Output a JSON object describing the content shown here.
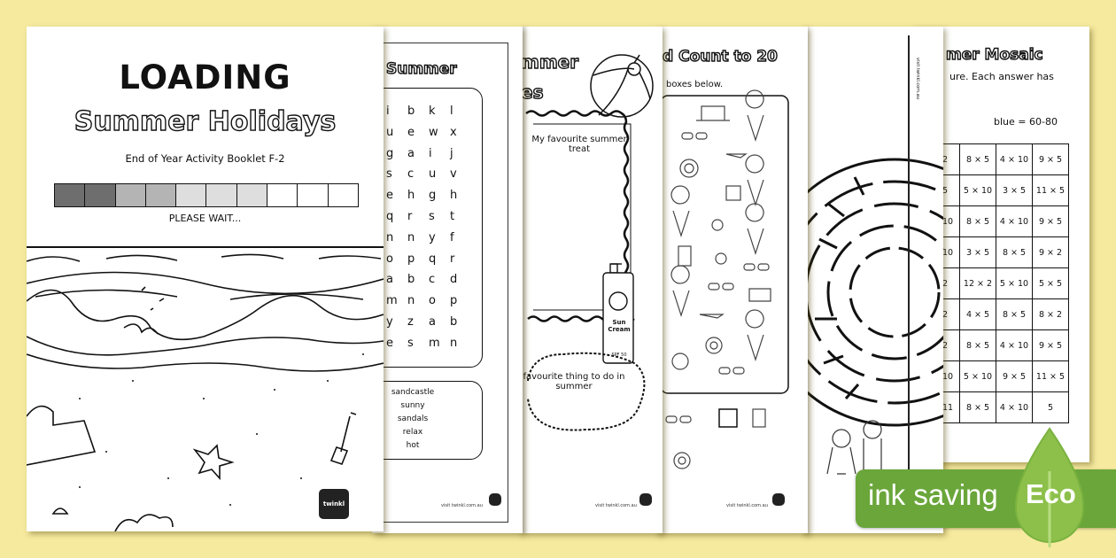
{
  "cover": {
    "heading": "LOADING",
    "title": "Summer Holidays",
    "subtitle": "End of Year Activity Booklet F-2",
    "progress_filled_segments": 7,
    "progress_total_segments": 10,
    "segment_colors": [
      "#6e6e6e",
      "#6e6e6e",
      "#b4b4b4",
      "#b4b4b4",
      "#dedede",
      "#dedede",
      "#dedede",
      "#ffffff",
      "#ffffff",
      "#ffffff"
    ],
    "status": "PLEASE WAIT...",
    "logo": "twinkl"
  },
  "wordsearch": {
    "title": "Summer",
    "grid": [
      [
        "i",
        "b",
        "k",
        "l"
      ],
      [
        "u",
        "e",
        "w",
        "x"
      ],
      [
        "g",
        "a",
        "i",
        "j"
      ],
      [
        "s",
        "c",
        "u",
        "v"
      ],
      [
        "e",
        "h",
        "g",
        "h"
      ],
      [
        "q",
        "r",
        "s",
        "t"
      ],
      [
        "n",
        "n",
        "y",
        "f"
      ],
      [
        "o",
        "p",
        "q",
        "r"
      ],
      [
        "a",
        "b",
        "c",
        "d"
      ],
      [
        "m",
        "n",
        "o",
        "p"
      ],
      [
        "y",
        "z",
        "a",
        "b"
      ],
      [
        "e",
        "s",
        "m",
        "n"
      ]
    ],
    "words": [
      "sandcastle",
      "sunny",
      "sandals",
      "relax",
      "hot"
    ],
    "footer": "visit twinkl.com.au"
  },
  "favourites": {
    "title_line1": "mmer",
    "title_line2": "es",
    "box1": "My favourite summer treat",
    "box2": "favourite thing to do in summer",
    "sunscreen_label": "Sun Cream",
    "spf": "SPF 50",
    "footer": "visit twinkl.com.au"
  },
  "count": {
    "title": "d Count to 20",
    "instruction": "boxes below.",
    "footer": "visit twinkl.com.au"
  },
  "maze": {
    "side_text": "visit twinkl.com.au"
  },
  "mosaic": {
    "title": "mer Mosaic",
    "instruction": "ure. Each answer has",
    "key": "blue = 60-80",
    "rows": [
      [
        "2",
        "8 × 5",
        "4 × 10",
        "9 × 5"
      ],
      [
        "5",
        "5 × 10",
        "3 × 5",
        "11 × 5"
      ],
      [
        "10",
        "8 × 5",
        "4 × 10",
        "9 × 5"
      ],
      [
        "10",
        "3 × 5",
        "8 × 5",
        "9 × 2"
      ],
      [
        "2",
        "12 × 2",
        "5 × 10",
        "5 × 5"
      ],
      [
        "2",
        "4 × 5",
        "8 × 5",
        "8 × 2"
      ],
      [
        "2",
        "8 × 5",
        "4 × 10",
        "9 × 5"
      ],
      [
        "10",
        "5 × 10",
        "9 × 5",
        "11 × 5"
      ],
      [
        "11",
        "8 × 5",
        "4 × 10",
        "5"
      ]
    ]
  },
  "badge": {
    "text": "ink saving",
    "eco": "Eco",
    "color": "#6aa63a",
    "leaf_color": "#8cc04a"
  }
}
